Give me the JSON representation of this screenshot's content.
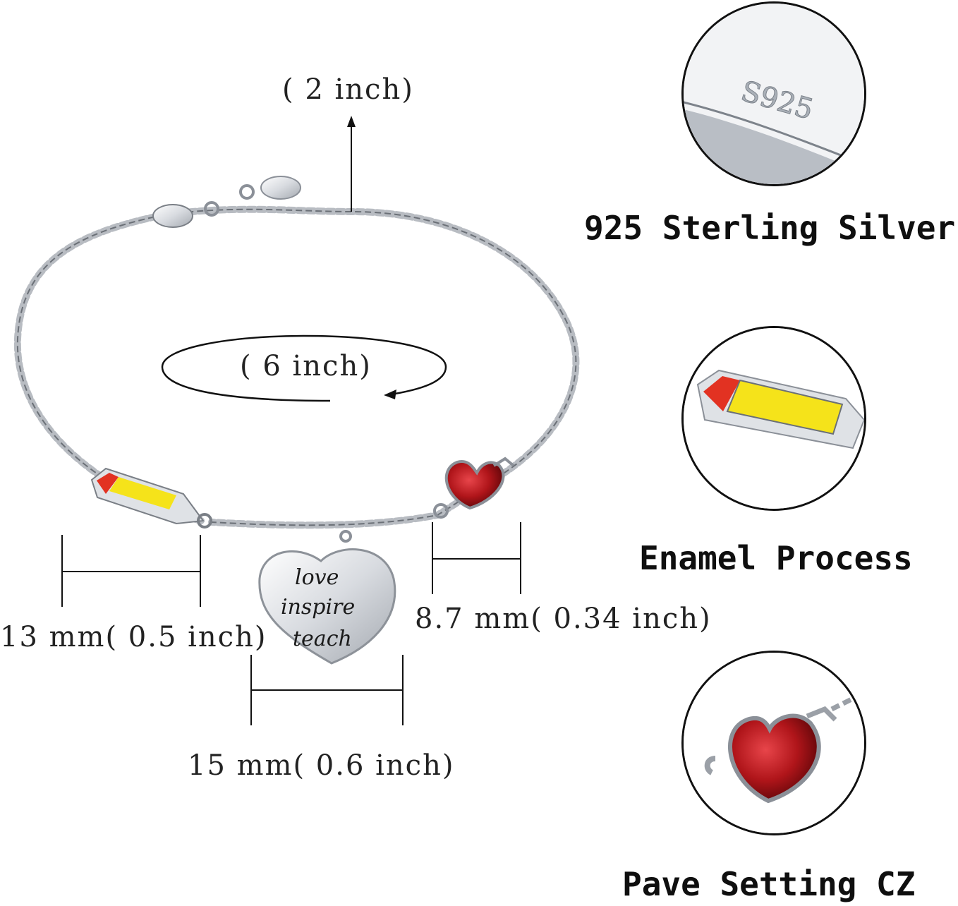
{
  "measurements": {
    "extension": "( 2 inch)",
    "length": "( 6 inch)",
    "pencil": "13 mm( 0.5 inch)",
    "heart_tag": "15 mm( 0.6 inch)",
    "apple": "8.7 mm( 0.34 inch)"
  },
  "charm_engraving": {
    "line1": "love",
    "line2": "inspire",
    "line3": "teach"
  },
  "features": [
    {
      "label": "925 Sterling Silver",
      "stamp": "S925"
    },
    {
      "label": "Enamel Process"
    },
    {
      "label": "Pave Setting CZ"
    }
  ],
  "colors": {
    "silver": "#c9cdd2",
    "enamel_yellow": "#f5e31a",
    "enamel_red": "#e23222",
    "garnet_red": "#b0151a"
  }
}
